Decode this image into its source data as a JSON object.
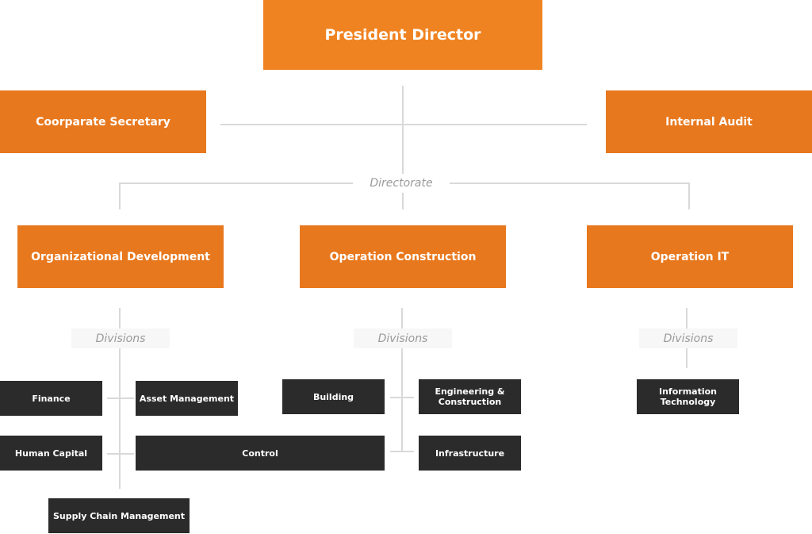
{
  "top": {
    "president": "President Director"
  },
  "staff": {
    "secretary": "Coorparate Secretary",
    "audit": "Internal Audit"
  },
  "directorate_label": "Directorate",
  "directorates": {
    "org_dev": "Organizational Development",
    "op_construction": "Operation Construction",
    "op_it": "Operation IT"
  },
  "divisions_label": "Divisions",
  "divisions": {
    "finance": "Finance",
    "asset_management": "Asset Management",
    "human_capital": "Human Capital",
    "control": "Control",
    "supply_chain": "Supply Chain Management",
    "building": "Building",
    "engineering": "Engineering & Construction",
    "infrastructure": "Infrastructure",
    "information_technology": "Information Technology"
  },
  "colors": {
    "accent": "#e8781e",
    "accent_top": "#f08321",
    "division_bg": "#2b2b2b",
    "connector": "#d9d9d9"
  }
}
